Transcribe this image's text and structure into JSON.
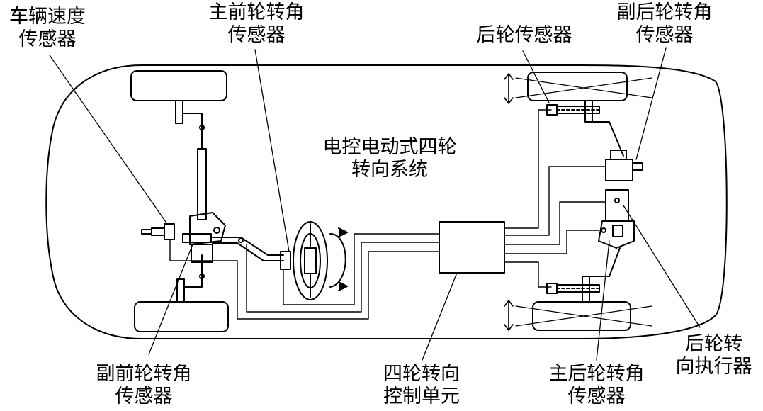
{
  "diagram": {
    "center_title": [
      "电控电动式四轮",
      "转向系统"
    ],
    "labels": {
      "vehicle_speed_sensor": [
        "车辆速度",
        "传感器"
      ],
      "main_front_steer_sensor": [
        "主前轮转角",
        "传感器"
      ],
      "rear_wheel_sensor": [
        "后轮传感器"
      ],
      "sub_rear_steer_sensor": [
        "副后轮转角",
        "传感器"
      ],
      "sub_front_steer_sensor": [
        "副前轮转角",
        "传感器"
      ],
      "four_ws_control_unit": [
        "四轮转向",
        "控制单元"
      ],
      "main_rear_steer_sensor": [
        "主后轮转角",
        "传感器"
      ],
      "rear_steer_actuator": [
        "后轮转",
        "向执行器"
      ]
    }
  }
}
